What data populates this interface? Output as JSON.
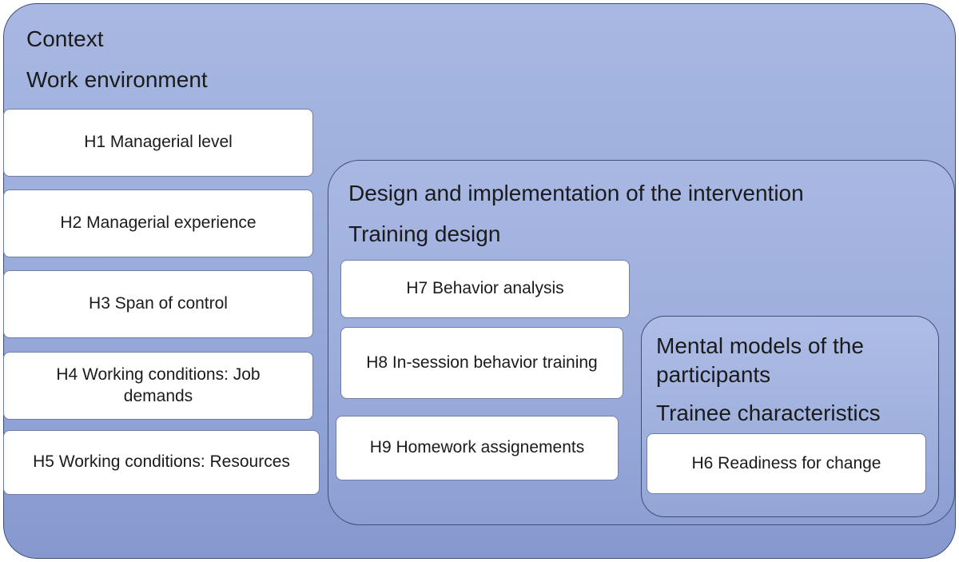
{
  "context": {
    "title": "Context",
    "subtitle": "Work environment",
    "boxes": [
      {
        "label": "H1 Managerial level"
      },
      {
        "label": "H2 Managerial experience"
      },
      {
        "label": "H3 Span of control"
      },
      {
        "label": "H4 Working conditions: Job demands"
      },
      {
        "label": "H5 Working conditions: Resources"
      }
    ]
  },
  "intervention": {
    "title": "Design and implementation of the intervention",
    "subtitle": "Training design",
    "boxes": [
      {
        "label": "H7 Behavior analysis"
      },
      {
        "label": "H8 In-session behavior training"
      },
      {
        "label": "H9 Homework assignements"
      }
    ]
  },
  "participants": {
    "title": "Mental models of the participants",
    "subtitle": "Trainee characteristics",
    "boxes": [
      {
        "label": "H6 Readiness for change"
      }
    ]
  }
}
